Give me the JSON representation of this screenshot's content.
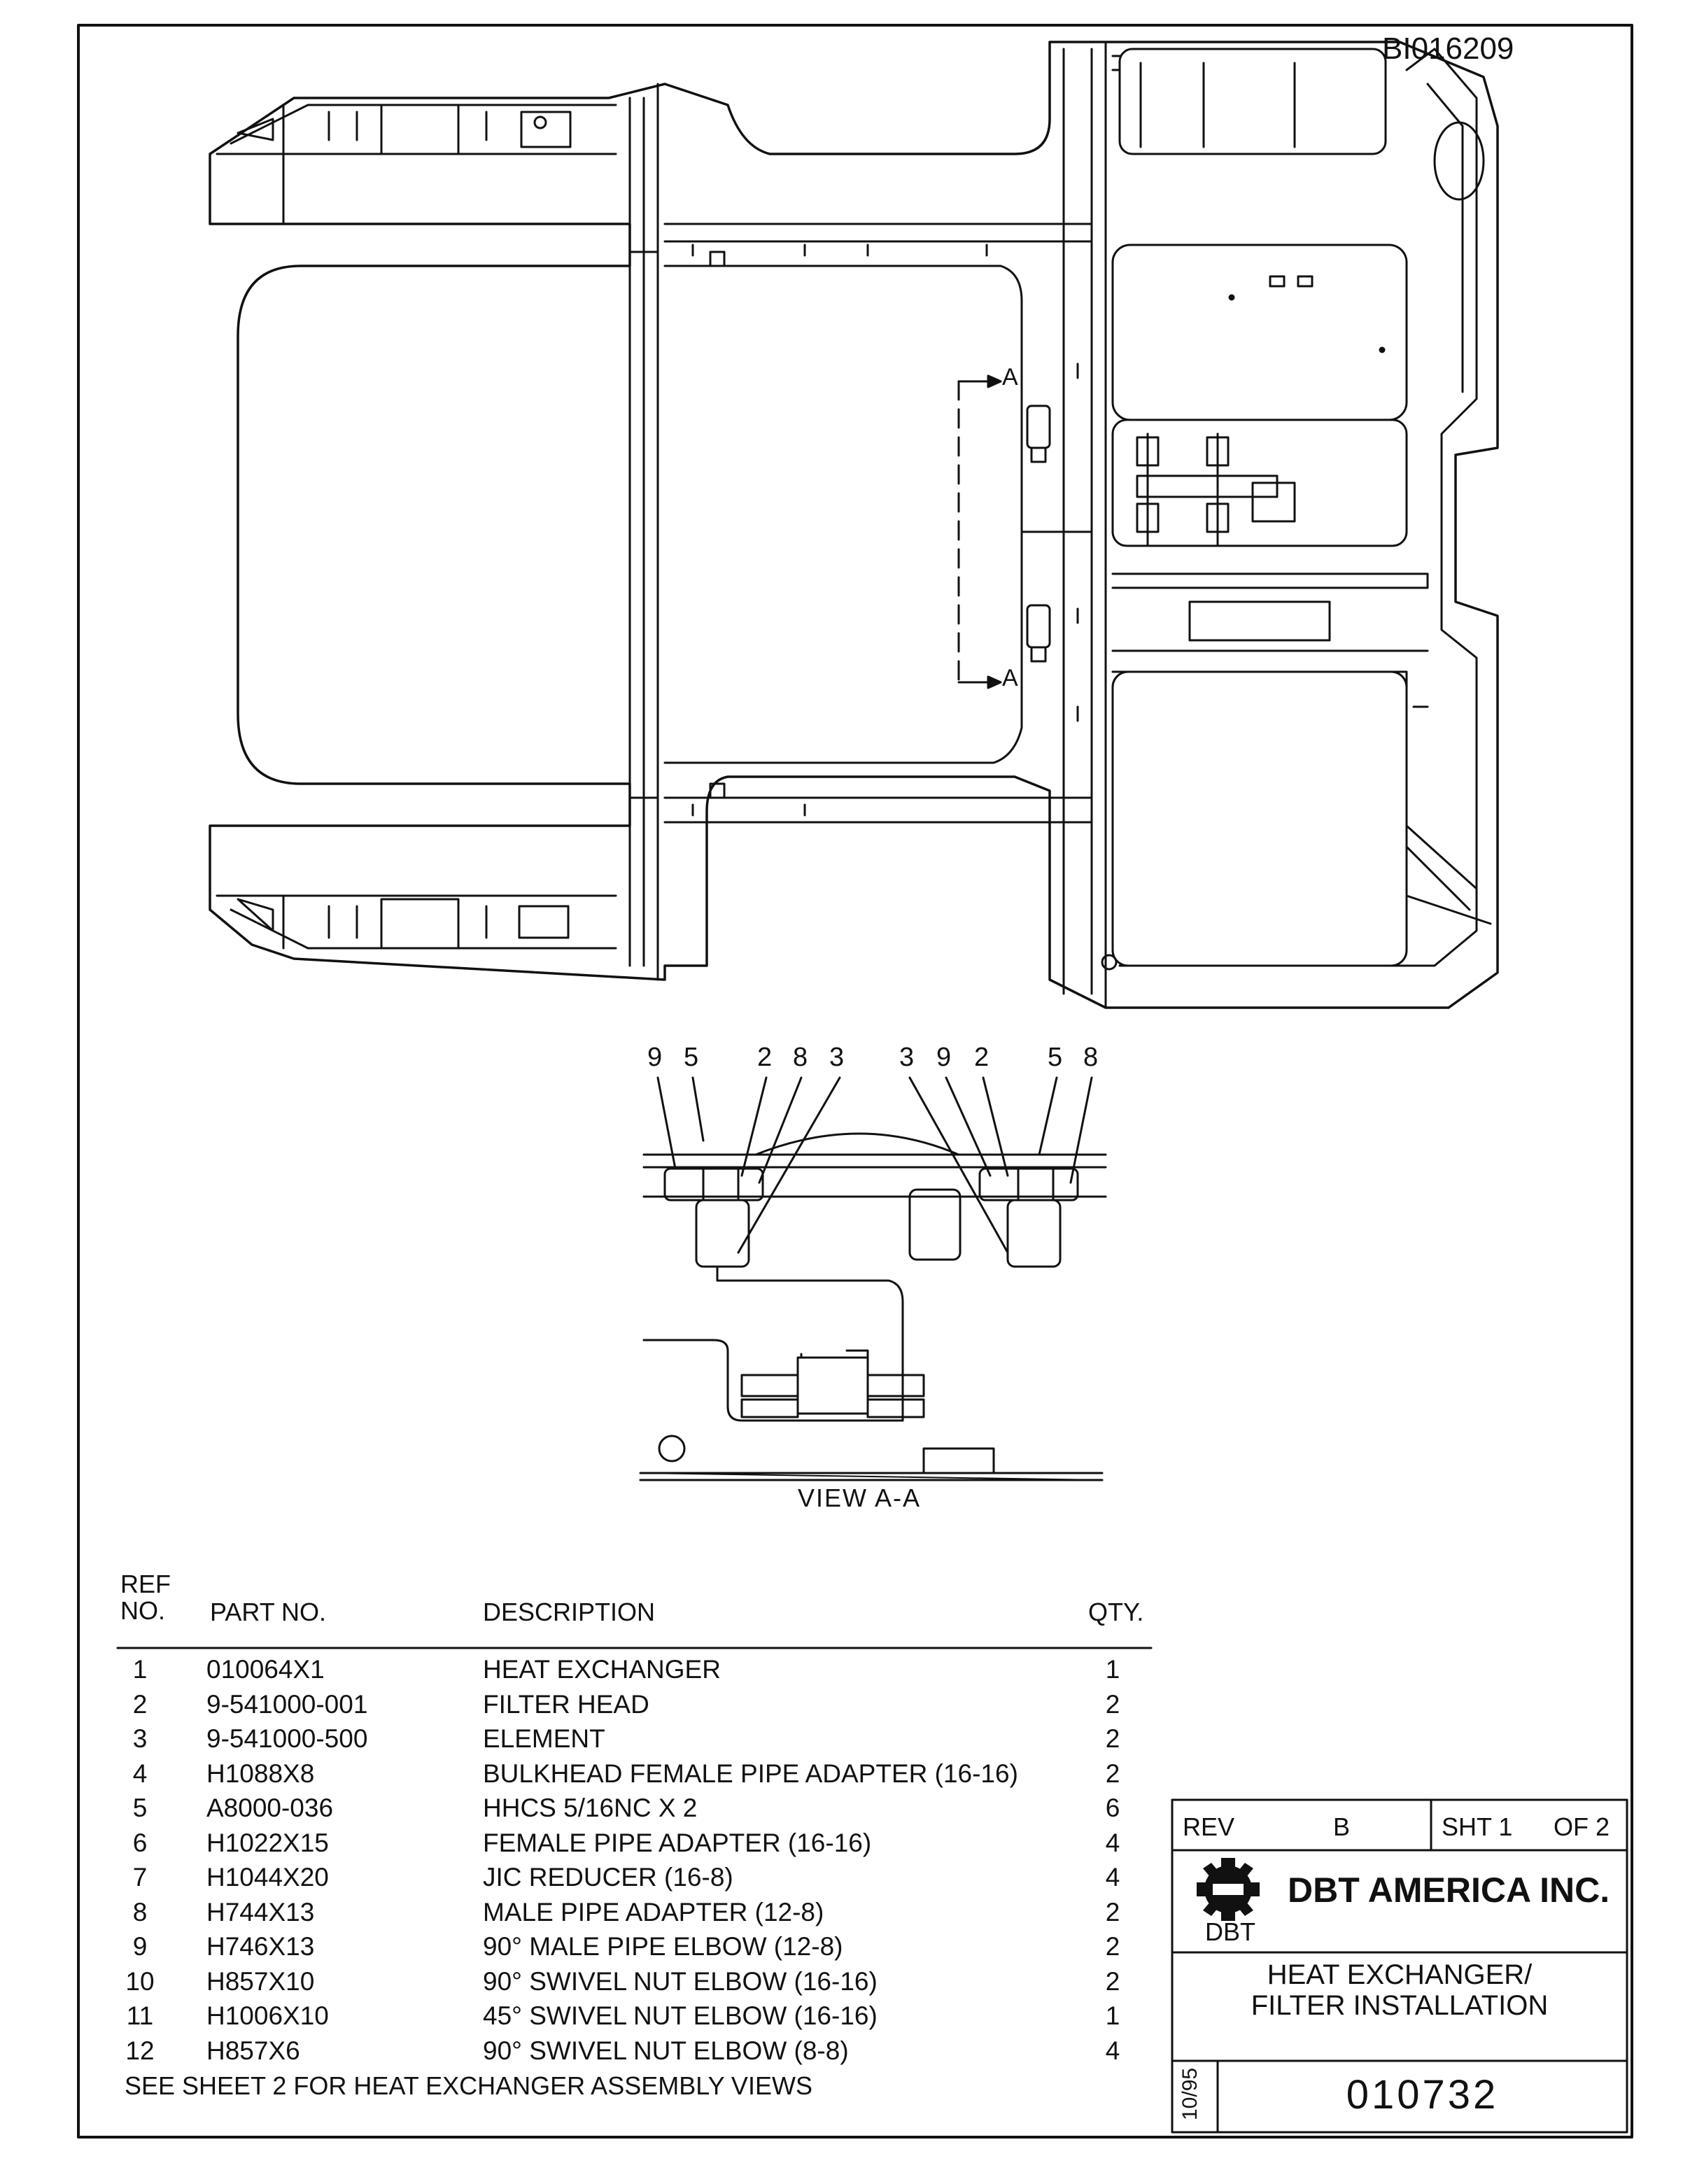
{
  "drawing_id": "BI016209",
  "view_markers": {
    "section_letter_top": "A",
    "section_letter_bottom": "A"
  },
  "view_caption": "VIEW A-A",
  "callouts_left": [
    "9",
    "5",
    "2",
    "8",
    "3"
  ],
  "callouts_right": [
    "3",
    "9",
    "2",
    "5",
    "8"
  ],
  "bom": {
    "headers": {
      "ref_line1": "REF",
      "ref_line2": "NO.",
      "part": "PART NO.",
      "description": "DESCRIPTION",
      "qty": "QTY."
    },
    "rows": [
      {
        "ref": "1",
        "part": "010064X1",
        "description": "HEAT EXCHANGER",
        "qty": "1"
      },
      {
        "ref": "2",
        "part": "9-541000-001",
        "description": "FILTER HEAD",
        "qty": "2"
      },
      {
        "ref": "3",
        "part": "9-541000-500",
        "description": "ELEMENT",
        "qty": "2"
      },
      {
        "ref": "4",
        "part": "H1088X8",
        "description": "BULKHEAD FEMALE PIPE ADAPTER (16-16)",
        "qty": "2"
      },
      {
        "ref": "5",
        "part": "A8000-036",
        "description": "HHCS 5/16NC X 2",
        "qty": "6"
      },
      {
        "ref": "6",
        "part": "H1022X15",
        "description": "FEMALE PIPE ADAPTER (16-16)",
        "qty": "4"
      },
      {
        "ref": "7",
        "part": "H1044X20",
        "description": "JIC REDUCER (16-8)",
        "qty": "4"
      },
      {
        "ref": "8",
        "part": "H744X13",
        "description": "MALE PIPE ADAPTER (12-8)",
        "qty": "2"
      },
      {
        "ref": "9",
        "part": "H746X13",
        "description": "90° MALE PIPE ELBOW (12-8)",
        "qty": "2"
      },
      {
        "ref": "10",
        "part": "H857X10",
        "description": "90° SWIVEL NUT ELBOW (16-16)",
        "qty": "2"
      },
      {
        "ref": "11",
        "part": "H1006X10",
        "description": "45° SWIVEL NUT ELBOW (16-16)",
        "qty": "1"
      },
      {
        "ref": "12",
        "part": "H857X6",
        "description": "90° SWIVEL NUT ELBOW (8-8)",
        "qty": "4"
      }
    ],
    "footnote": "SEE SHEET 2 FOR HEAT EXCHANGER ASSEMBLY VIEWS"
  },
  "title_block": {
    "rev_label": "REV",
    "rev_value": "B",
    "sheet_text": "SHT 1",
    "of_text": "OF 2",
    "company": "DBT AMERICA INC.",
    "logo_text": "DBT",
    "title_line1": "HEAT EXCHANGER/",
    "title_line2": "FILTER INSTALLATION",
    "date": "10/95",
    "drawing_number": "010732"
  },
  "colors": {
    "line": "#111111",
    "paper": "#ffffff"
  }
}
